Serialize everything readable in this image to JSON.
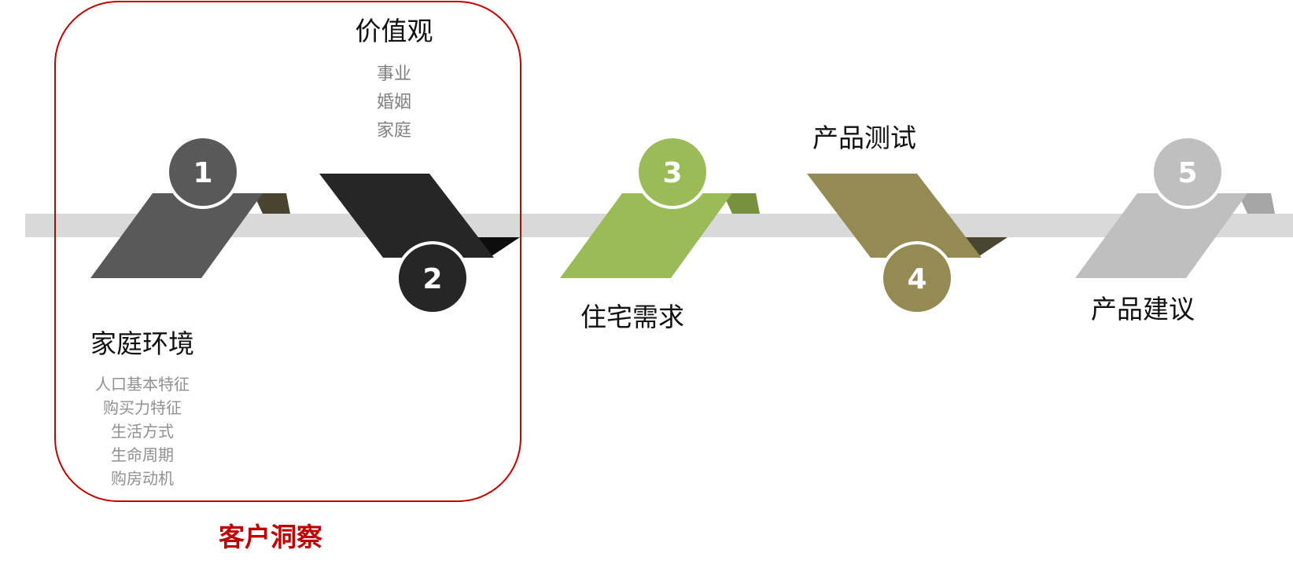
{
  "colors": {
    "accent_red": "#c00000",
    "band": "#d9d9d9",
    "step1": "#595959",
    "step1_fold": "#4a4330",
    "step2": "#262626",
    "step2_fold": "#0d0d0d",
    "step3": "#9bbb59",
    "step3_fold": "#76923c",
    "step4": "#948a54",
    "step4_fold": "#4a4530",
    "step5": "#bfbfbf",
    "step5_fold": "#a5a5a5"
  },
  "group": {
    "label": "客户洞察"
  },
  "steps": [
    {
      "number": "1",
      "title": "家庭环境",
      "items": [
        "人口基本特征",
        "购买力特征",
        "生活方式",
        "生命周期",
        "购房动机"
      ]
    },
    {
      "number": "2",
      "title": "价值观",
      "items": [
        "事业",
        "婚姻",
        "家庭"
      ]
    },
    {
      "number": "3",
      "title": "住宅需求",
      "items": []
    },
    {
      "number": "4",
      "title": "产品测试",
      "items": []
    },
    {
      "number": "5",
      "title": "产品建议",
      "items": []
    }
  ]
}
